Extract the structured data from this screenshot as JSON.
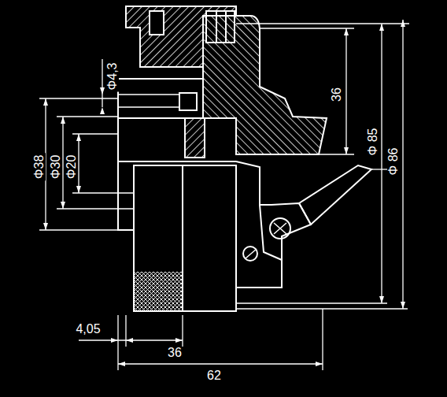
{
  "diagram": {
    "labels": [
      "Φ4,3",
      "Φ38",
      "Φ30",
      "Φ20",
      "36",
      "Φ 85",
      "Φ 86",
      "4,05",
      "36",
      "62"
    ]
  }
}
